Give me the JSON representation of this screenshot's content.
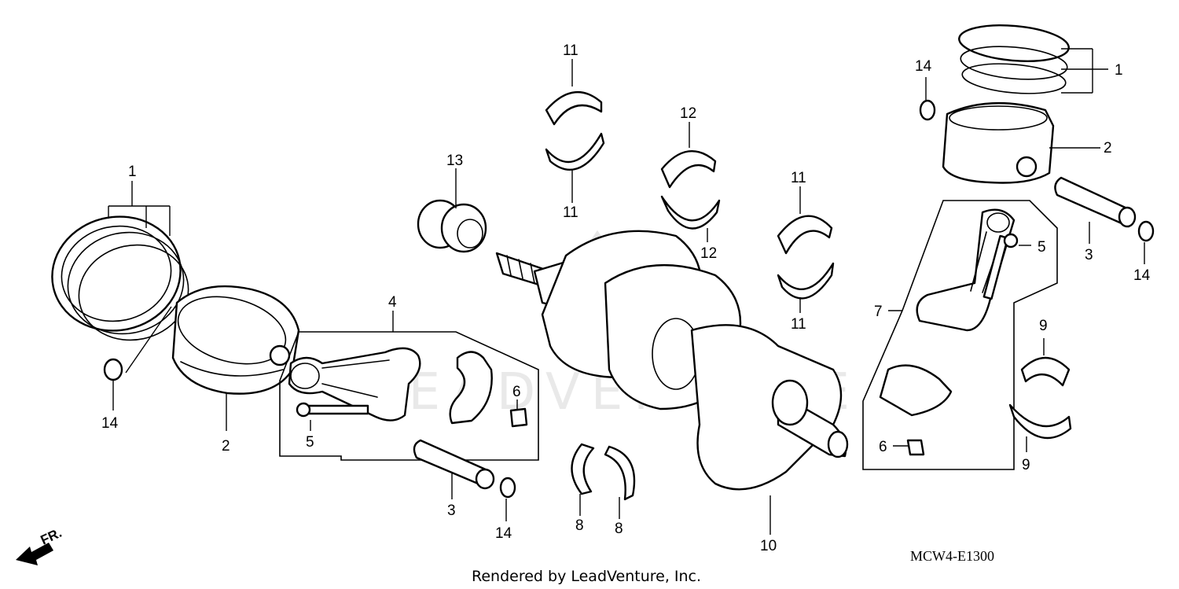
{
  "diagram_code": "MCW4-E1300",
  "footer": "Rendered by LeadVenture, Inc.",
  "front_marker": "FR.",
  "watermark": "LEADVENTURE",
  "callouts": [
    {
      "id": "c1-left",
      "text": "1"
    },
    {
      "id": "c1-right",
      "text": "1"
    },
    {
      "id": "c2-left",
      "text": "2"
    },
    {
      "id": "c2-right",
      "text": "2"
    },
    {
      "id": "c3-left",
      "text": "3"
    },
    {
      "id": "c3-right",
      "text": "3"
    },
    {
      "id": "c4",
      "text": "4"
    },
    {
      "id": "c5-left",
      "text": "5"
    },
    {
      "id": "c5-right",
      "text": "5"
    },
    {
      "id": "c6-left",
      "text": "6"
    },
    {
      "id": "c6-right",
      "text": "6"
    },
    {
      "id": "c7",
      "text": "7"
    },
    {
      "id": "c8-left",
      "text": "8"
    },
    {
      "id": "c8-right",
      "text": "8"
    },
    {
      "id": "c9-top",
      "text": "9"
    },
    {
      "id": "c9-bottom",
      "text": "9"
    },
    {
      "id": "c10",
      "text": "10"
    },
    {
      "id": "c11-a",
      "text": "11"
    },
    {
      "id": "c11-b",
      "text": "11"
    },
    {
      "id": "c11-c",
      "text": "11"
    },
    {
      "id": "c11-d",
      "text": "11"
    },
    {
      "id": "c12-top",
      "text": "12"
    },
    {
      "id": "c12-bottom",
      "text": "12"
    },
    {
      "id": "c13",
      "text": "13"
    },
    {
      "id": "c14-left",
      "text": "14"
    },
    {
      "id": "c14-mid",
      "text": "14"
    },
    {
      "id": "c14-top",
      "text": "14"
    },
    {
      "id": "c14-right",
      "text": "14"
    }
  ]
}
